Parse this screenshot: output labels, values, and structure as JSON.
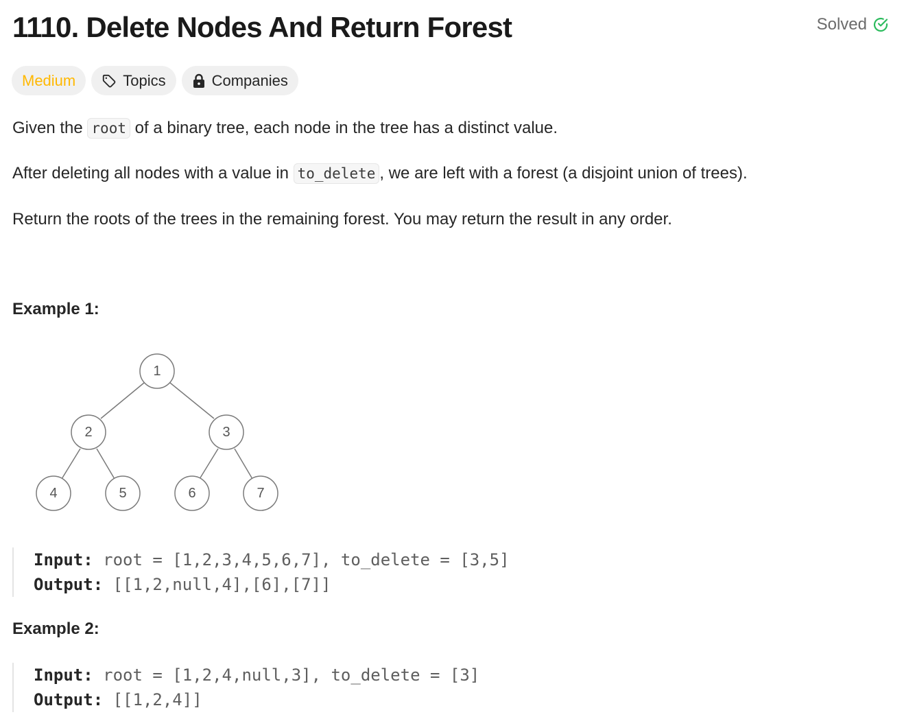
{
  "problem": {
    "title": "1110. Delete Nodes And Return Forest",
    "status": "Solved",
    "tags": {
      "difficulty": "Medium",
      "topics": "Topics",
      "companies": "Companies"
    }
  },
  "description": {
    "p1": {
      "before": "Given the ",
      "code": "root",
      "after": " of a binary tree, each node in the tree has a distinct value."
    },
    "p2": {
      "before": "After deleting all nodes with a value in ",
      "code": "to_delete",
      "after": ", we are left with a forest (a disjoint union of trees)."
    },
    "p3": "Return the roots of the trees in the remaining forest. You may return the result in any order."
  },
  "examples": [
    {
      "heading": "Example 1:",
      "tree_nodes": [
        "1",
        "2",
        "3",
        "4",
        "5",
        "6",
        "7"
      ],
      "input_label": "Input:",
      "input_value": " root = [1,2,3,4,5,6,7], to_delete = [3,5]",
      "output_label": "Output:",
      "output_value": " [[1,2,null,4],[6],[7]]"
    },
    {
      "heading": "Example 2:",
      "input_label": "Input:",
      "input_value": " root = [1,2,4,null,3], to_delete = [3]",
      "output_label": "Output:",
      "output_value": " [[1,2,4]]"
    }
  ],
  "colors": {
    "difficulty_medium": "#ffb800",
    "solved_check": "#2cbb5d",
    "tag_background": "#f0f0f0",
    "tree_stroke": "#7a7a7a"
  },
  "icons": {
    "solved": "check-circle-icon",
    "topics": "tag-icon",
    "companies": "lock-icon"
  }
}
